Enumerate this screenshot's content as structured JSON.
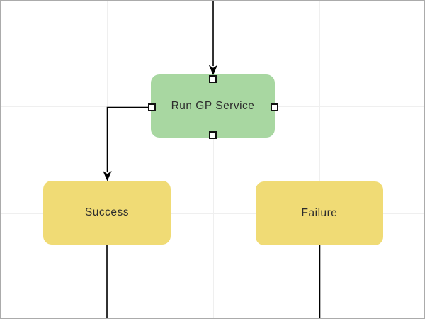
{
  "canvas": {
    "background_color": "#ffffff",
    "border_color": "#ababab",
    "grid_color": "#efefef",
    "connector_color": "#000000",
    "handle_fill": "#ffffff",
    "handle_border": "#111111"
  },
  "nodes": {
    "run_gp_service": {
      "label": "Run GP Service",
      "fill": "#a8d7a1",
      "text_color": "#2d2d2d",
      "selected": true
    },
    "success": {
      "label": "Success",
      "fill": "#f0db75",
      "text_color": "#2d2d2d",
      "selected": false
    },
    "failure": {
      "label": "Failure",
      "fill": "#f0db75",
      "text_color": "#2d2d2d",
      "selected": false
    }
  },
  "edges": [
    {
      "from": "offscreen-top",
      "to": "run_gp_service",
      "arrowhead": true
    },
    {
      "from": "run_gp_service",
      "to": "success",
      "arrowhead": true
    },
    {
      "from": "success",
      "to": "offscreen-bottom",
      "arrowhead": false
    },
    {
      "from": "failure",
      "to": "offscreen-bottom",
      "arrowhead": false
    }
  ]
}
